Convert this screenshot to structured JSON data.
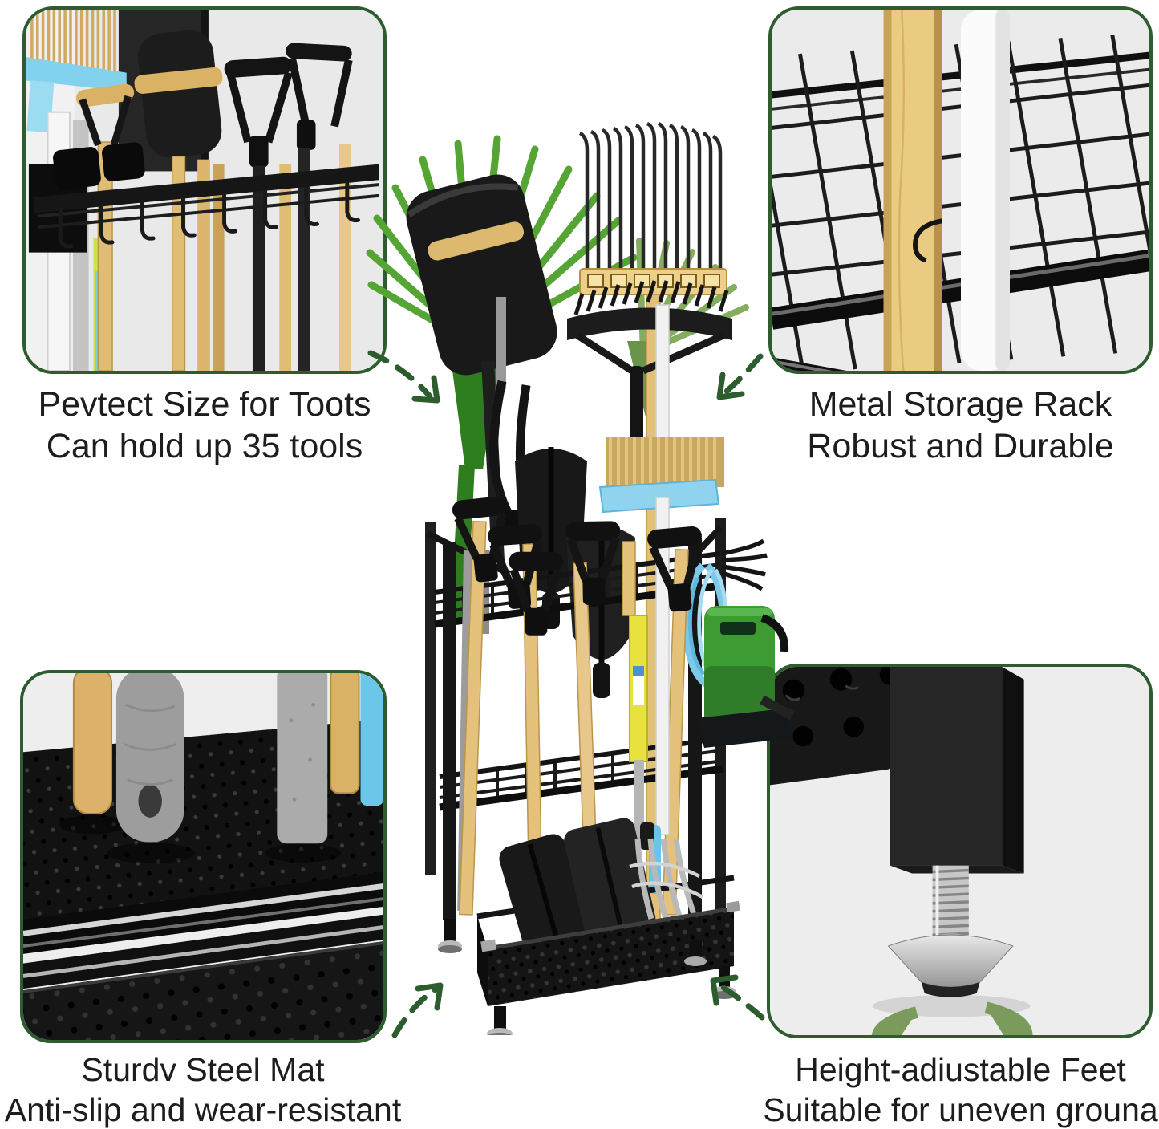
{
  "colors": {
    "background": "#ffffff",
    "accent_green": "#2d5c2e",
    "panel_background": "#e9e9e9",
    "caption_text": "#1d1d1d",
    "rotation_arrow_green": "#7a9b5c",
    "fan_rake_green": "#55a535",
    "hose_blue": "#7cc9e9",
    "machine_green": "#3c9c33",
    "wood": "#e3c078"
  },
  "callouts": {
    "top_left": {
      "line1": "Pevtect Size for Toots",
      "line2": "Can hold up 35 tools"
    },
    "top_right": {
      "line1": "Metal Storage Rack",
      "line2": "Robust and Durable"
    },
    "bottom_left": {
      "line1": "Sturdv Steel Mat",
      "line2": "Anti-slip and wear-resistant"
    },
    "bottom_right": {
      "line1": "Height-adiustable Feet",
      "line2": "Suitable for uneven grouna"
    }
  }
}
